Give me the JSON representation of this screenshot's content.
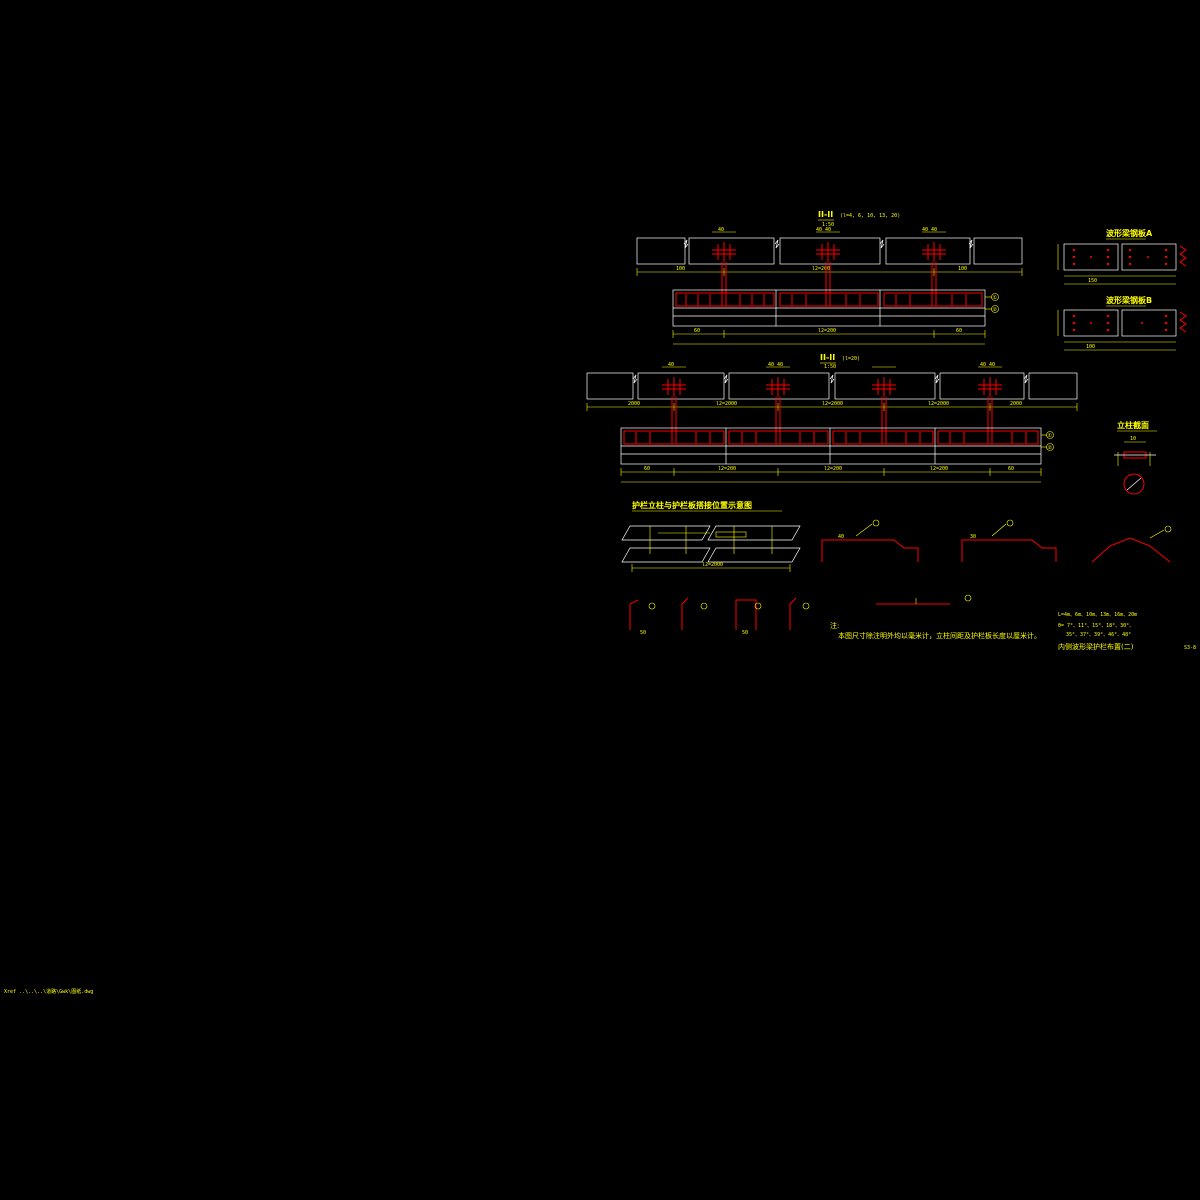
{
  "section_top": {
    "title": "II-II",
    "note": "(l=4, 6, 10, 13, 20)"
  },
  "section_mid": {
    "title": "II-II",
    "note": "(l=20)"
  },
  "scale_label": "1:50",
  "dims_top": [
    "100",
    "l2=200",
    "100"
  ],
  "dims_top_lower": [
    "60",
    "l2=200",
    "60"
  ],
  "dims_mid": [
    "2000",
    "l2=2000",
    "l2=2000",
    "l2=2000",
    "2000"
  ],
  "dims_mid_lower": [
    "60",
    "l2=200",
    "l2=200",
    "l2=200",
    "60"
  ],
  "pipe_labels": [
    "40",
    "40 40",
    "40 40"
  ],
  "circle_labels": [
    "①",
    "②"
  ],
  "detail_a_title": "波形梁钢板A",
  "detail_b_title": "波形梁钢板B",
  "column_title": "立柱截面",
  "plan_title": "护栏立柱与护栏板搭接位置示意图",
  "plan_dim": "l2=2000",
  "misc_texts": [
    "50",
    "30",
    "40",
    "10",
    "100",
    "150"
  ],
  "note_label": "注:",
  "note_text": "本图尺寸除注明外均以毫米计，立柱间距及护栏板长度以厘米计。",
  "formula_line1": "L=4m、6m、10m、13m、16m、20m",
  "formula_line2": "θ= 7°、11°、15°、18°、30°、",
  "formula_line3": "35°、37°、39°、46°、48°",
  "sheet_title": "内侧波形梁护栏布置(二)",
  "sheet_number": "S3-8",
  "path_text": "Xref ..\\..\\..\\道路\\Gwk\\图纸.dwg"
}
